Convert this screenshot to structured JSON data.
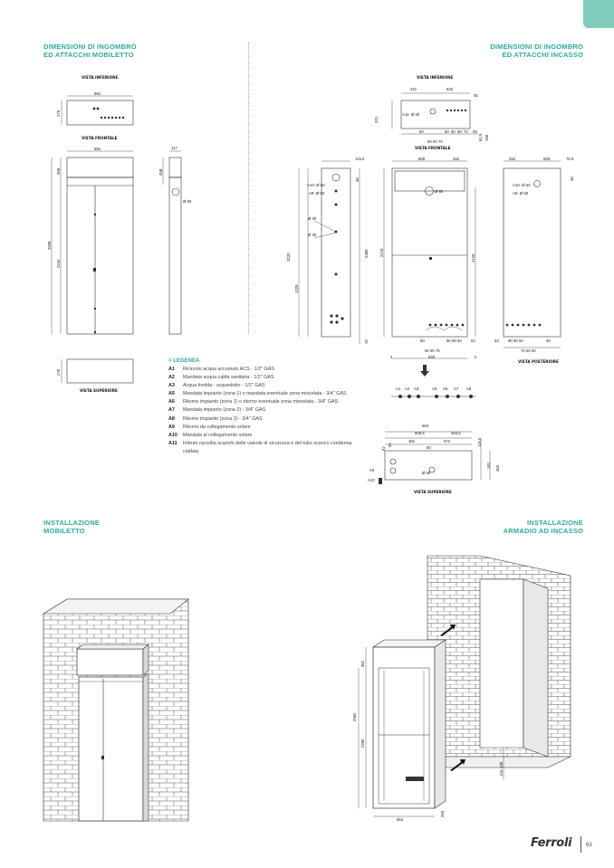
{
  "header": {
    "left_title": "DIMENSIONI DI INGOMBRO\nED ATTACCHI MOBILETTO",
    "right_title": "DIMENSIONI DI INGOMBRO\nED ATTACCHI INCASSO"
  },
  "install": {
    "left_title": "INSTALLAZIONE\nMOBILETTO",
    "right_title": "INSTALLAZIONE\nARMADIO AD INCASSO"
  },
  "mobiletto": {
    "view_bottom": "VISTA INFERIORE",
    "view_front": "VISTA FRONTALE",
    "view_top": "VISTA SUPERIORE",
    "dims": {
      "w991a": "991",
      "h270a": "270",
      "w991b": "991",
      "h356": "356",
      "h2598": "2598",
      "h2242": "2242",
      "w117": "117",
      "h458": "458",
      "d90": "Ø 90",
      "h270b": "270"
    }
  },
  "incasso": {
    "view_bottom": "VISTA INFERIORE",
    "view_front": "VISTA FRONTALE",
    "view_back": "VISTA POSTERIORE",
    "view_top": "VISTA SUPERIORE",
    "dims": {
      "b421": "421",
      "b532": "532",
      "b55a": "55",
      "b221": "221",
      "b_a11": "A11- Ø 60",
      "b50a": "50",
      "b50b": "50",
      "b50c": "50",
      "b70a": "70",
      "b90a": "90",
      "b55b": "55",
      "b_seq": "50 50 70",
      "b625": "62,5",
      "b150": "150",
      "s1155": "115,5",
      "s45": "45",
      "s_a10": "A10- Ø 50",
      "s_a9": "A9- Ø 50",
      "s_d30": "Ø 30",
      "s_d35": "Ø 35",
      "s3120": "3120",
      "s1225": "1225",
      "s2300": "2300",
      "s15": "15",
      "f669": "669",
      "f284": "284",
      "f_d90": "Ø 90",
      "f2215": "2215",
      "f2120": "2120",
      "f50a": "50",
      "f_seq": "90 90 50",
      "f53": "53",
      "f_seq2": "90  50  70",
      "f949": "949",
      "f2a": "2",
      "f2b": "2",
      "r284": "284",
      "r669": "669",
      "r765": "76,5",
      "r_a10": "A10- Ø 50",
      "r_a9": "A9- Ø 50",
      "r40": "40",
      "r53": "53",
      "r_seq": "90 90 50",
      "r50": "50",
      "r_seq2": "70  50  90",
      "t953": "953",
      "t6685": "668,5",
      "t2845": "284,5",
      "t381": "381",
      "t572": "572",
      "t80": "80",
      "t92": "92",
      "t55": "55",
      "t1155": "115,5",
      "t181": "181",
      "t363": "363",
      "t_d90": "Ø 90",
      "t_a9": "A9",
      "t_a10": "A10"
    },
    "connectors": [
      "A1",
      "A2",
      "A3",
      "A5",
      "A6",
      "A7",
      "A8"
    ]
  },
  "legend": {
    "title": "> LEGENDA",
    "items": [
      {
        "code": "A1",
        "text": "Ricircolo acqua accumulo ACS - 1/2\" GAS"
      },
      {
        "code": "A2",
        "text": "Mandata acqua calda sanitaria - 1/2\" GAS"
      },
      {
        "code": "A3",
        "text": "Acqua fredda - acquedotto - 1/2\" GAS"
      },
      {
        "code": "A5",
        "text": "Mandata impianto (zona 1) o mandata eventuale zona miscelata - 3/4\" GAS"
      },
      {
        "code": "A6",
        "text": "Ritorno impianto (zona 1) o ritorno eventuale zona miscelata - 3/4\" GAS"
      },
      {
        "code": "A7",
        "text": "Mandata impianto (zona 2) - 3/4\" GAS"
      },
      {
        "code": "A8",
        "text": "Ritorno impianto (zona 2) - 3/4\" GAS"
      },
      {
        "code": "A9",
        "text": "Ritorno da collegamento solare"
      },
      {
        "code": "A10",
        "text": "Mandata al collegamento solare"
      },
      {
        "code": "A11",
        "text": "Imbuto raccolta scarichi delle valvole di sicurezza e del tubo scarico condensa caldaia"
      }
    ]
  },
  "install_dims": {
    "d352": "352",
    "d2562": "2562",
    "d2200": "2200",
    "d953": "953",
    "d283": "283",
    "dmin100": "min 100"
  },
  "footer": {
    "brand": "Ferroli",
    "page_number": "63"
  },
  "colors": {
    "accent": "#2faa98",
    "tab": "#7fcbbc"
  }
}
